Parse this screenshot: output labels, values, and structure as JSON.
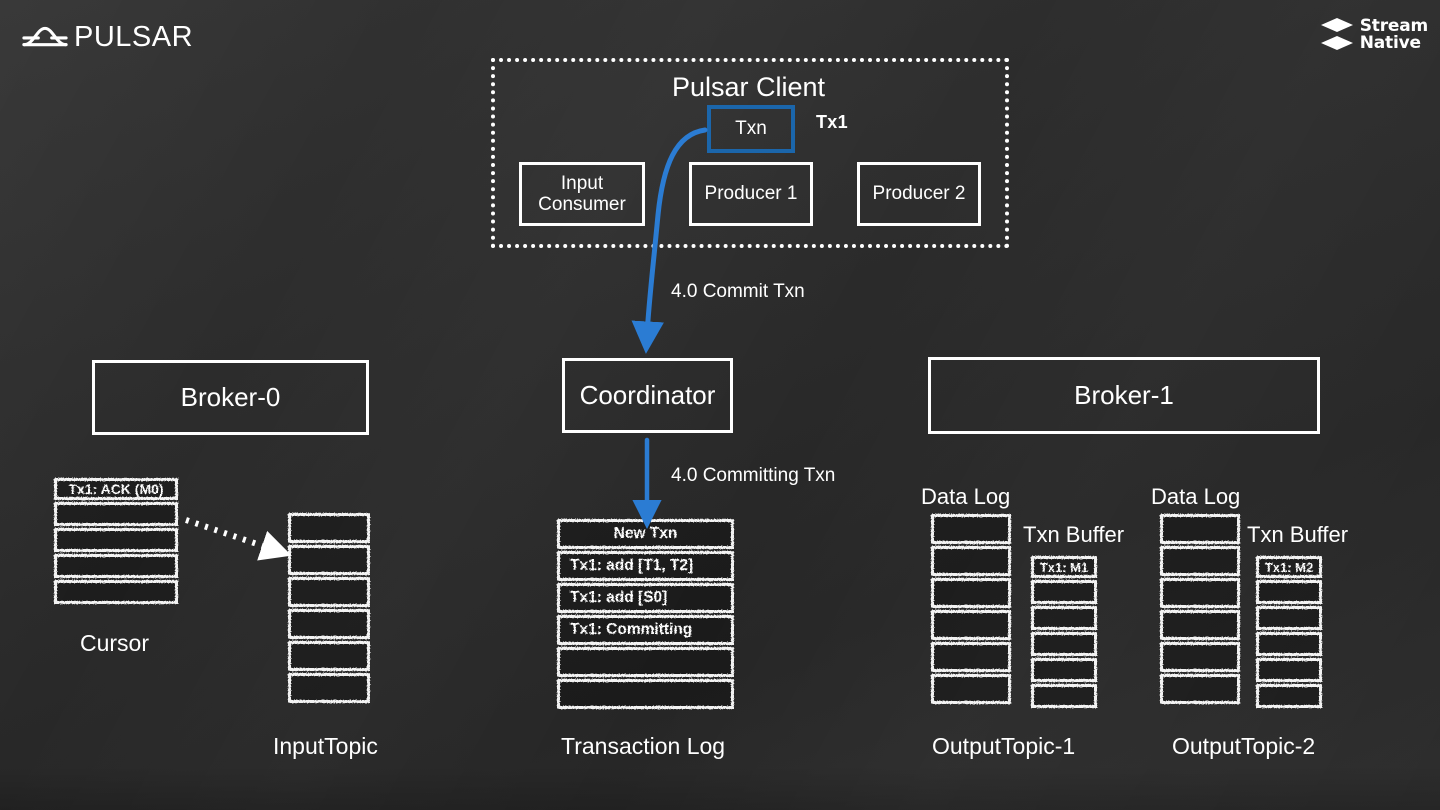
{
  "brand": {
    "pulsar_name": "PULSAR",
    "pulsar_icon": "pulsar-wave-icon",
    "streamnative_line1": "Stream",
    "streamnative_line2": "Native",
    "streamnative_icon": "streamnative-layers-icon"
  },
  "colors": {
    "background": "#2c2c2c",
    "stroke": "#ffffff",
    "txn_border": "#1b66ab",
    "arrow": "#2b7cd3"
  },
  "client": {
    "title": "Pulsar Client",
    "txn_label": "Txn",
    "tx1_label": "Tx1",
    "components": [
      {
        "label": "Input\nConsumer",
        "line1": "Input",
        "line2": "Consumer"
      },
      {
        "label": "Producer 1"
      },
      {
        "label": "Producer 2"
      }
    ]
  },
  "brokers": {
    "broker0": "Broker-0",
    "coordinator": "Coordinator",
    "broker1": "Broker-1"
  },
  "arrows": [
    {
      "name": "commit-txn-arrow",
      "label": "4.0 Commit Txn"
    },
    {
      "name": "committing-txn-arrow",
      "label": "4.0 Committing Txn"
    },
    {
      "name": "cursor-to-inputtopic-arrow",
      "label": ""
    }
  ],
  "cursor": {
    "caption": "Cursor",
    "rows": [
      "Tx1: ACK (M0)",
      "",
      "",
      "",
      ""
    ]
  },
  "input_topic": {
    "caption": "InputTopic",
    "rows": [
      "",
      "",
      "",
      "",
      "",
      ""
    ]
  },
  "transaction_log": {
    "caption": "Transaction Log",
    "rows": [
      "New Txn",
      "Tx1: add [T1, T2]",
      "Tx1: add [S0]",
      "Tx1: Committing",
      "",
      ""
    ]
  },
  "output_topic_1": {
    "caption": "OutputTopic-1",
    "data_log_title": "Data Log",
    "txn_buffer_title": "Txn Buffer",
    "data_log_rows": [
      "",
      "",
      "",
      "",
      "",
      ""
    ],
    "txn_buffer_rows": [
      "Tx1: M1",
      "",
      "",
      "",
      "",
      ""
    ]
  },
  "output_topic_2": {
    "caption": "OutputTopic-2",
    "data_log_title": "Data Log",
    "txn_buffer_title": "Txn Buffer",
    "data_log_rows": [
      "",
      "",
      "",
      "",
      "",
      ""
    ],
    "txn_buffer_rows": [
      "Tx1: M2",
      "",
      "",
      "",
      "",
      ""
    ]
  }
}
